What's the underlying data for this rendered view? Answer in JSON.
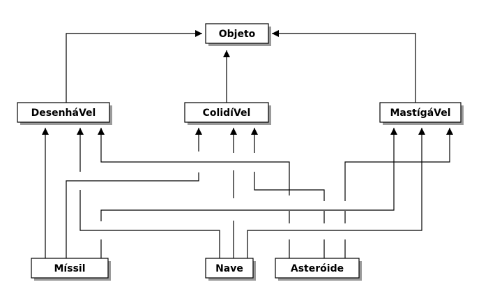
{
  "nodes": {
    "objeto": "Objeto",
    "desenhavel": "DesenháVel",
    "colidivel": "ColidíVel",
    "mastigavel": "MastígáVel",
    "missil": "Míssil",
    "nave": "Nave",
    "asteroide": "Asteróide"
  },
  "edges": [
    {
      "from": "DesenháVel",
      "to": "Objeto"
    },
    {
      "from": "ColidíVel",
      "to": "Objeto"
    },
    {
      "from": "MastígáVel",
      "to": "Objeto"
    },
    {
      "from": "Míssil",
      "to": "DesenháVel"
    },
    {
      "from": "Míssil",
      "to": "ColidíVel"
    },
    {
      "from": "Míssil",
      "to": "MastígáVel"
    },
    {
      "from": "Nave",
      "to": "DesenháVel"
    },
    {
      "from": "Nave",
      "to": "ColidíVel"
    },
    {
      "from": "Nave",
      "to": "MastígáVel"
    },
    {
      "from": "Asteróide",
      "to": "DesenháVel"
    },
    {
      "from": "Asteróide",
      "to": "ColidíVel"
    },
    {
      "from": "Asteróide",
      "to": "MastígáVel"
    }
  ]
}
